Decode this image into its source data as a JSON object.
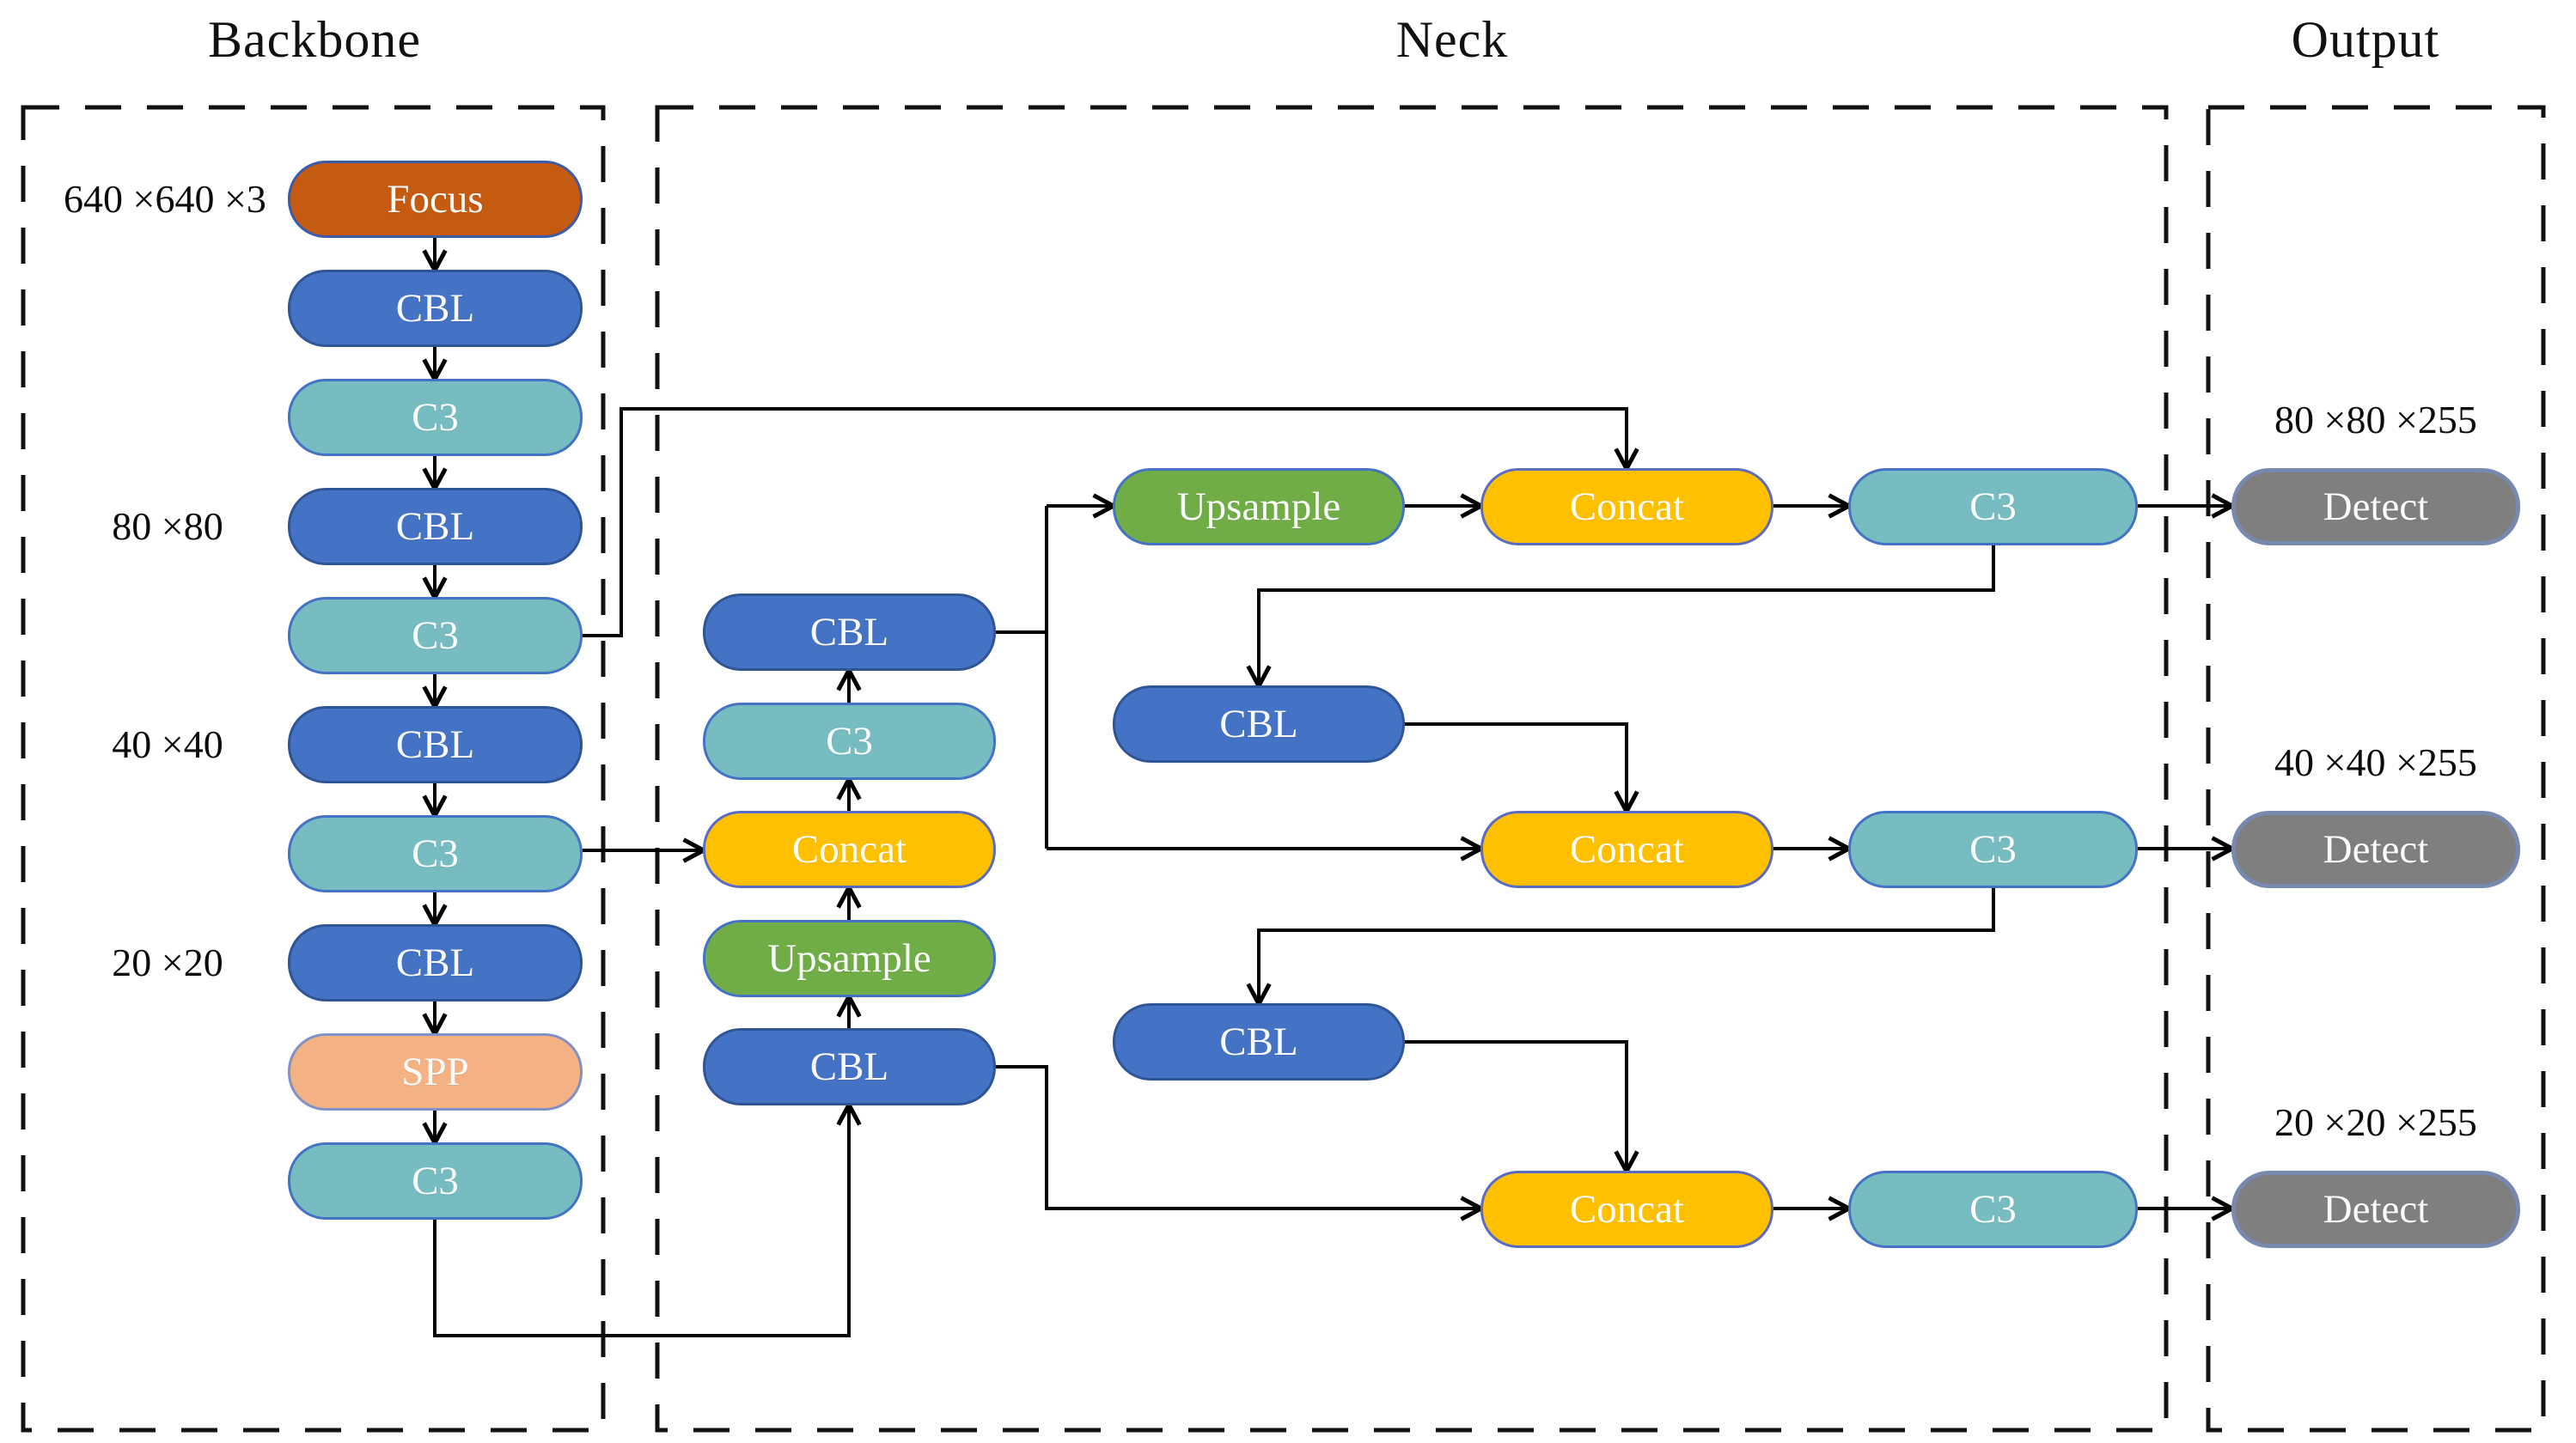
{
  "sections": {
    "backbone": {
      "title": "Backbone"
    },
    "neck": {
      "title": "Neck"
    },
    "output": {
      "title": "Output"
    }
  },
  "input_label": "640 ×640 ×3",
  "scale_labels": {
    "s80": "80 ×80",
    "s40": "40 ×40",
    "s20": "20 ×20"
  },
  "output_labels": {
    "o80": "80 ×80 ×255",
    "o40": "40 ×40 ×255",
    "o20": "20 ×20 ×255"
  },
  "nodes": {
    "focus": {
      "label": "Focus"
    },
    "b_cbl1": {
      "label": "CBL"
    },
    "b_c3_1": {
      "label": "C3"
    },
    "b_cbl2": {
      "label": "CBL"
    },
    "b_c3_2": {
      "label": "C3"
    },
    "b_cbl3": {
      "label": "CBL"
    },
    "b_c3_3": {
      "label": "C3"
    },
    "b_cbl4": {
      "label": "CBL"
    },
    "spp": {
      "label": "SPP"
    },
    "b_c3_4": {
      "label": "C3"
    },
    "n_cbl_top": {
      "label": "CBL"
    },
    "n_c3_mid": {
      "label": "C3"
    },
    "n_concat_mid": {
      "label": "Concat"
    },
    "n_upsample_mid": {
      "label": "Upsample"
    },
    "n_cbl_bot": {
      "label": "CBL"
    },
    "upsample1": {
      "label": "Upsample"
    },
    "concat1": {
      "label": "Concat"
    },
    "c3_r1": {
      "label": "C3"
    },
    "cbl_a": {
      "label": "CBL"
    },
    "concat2": {
      "label": "Concat"
    },
    "c3_r2": {
      "label": "C3"
    },
    "cbl_b": {
      "label": "CBL"
    },
    "concat3": {
      "label": "Concat"
    },
    "c3_r3": {
      "label": "C3"
    },
    "detect1": {
      "label": "Detect"
    },
    "detect2": {
      "label": "Detect"
    },
    "detect3": {
      "label": "Detect"
    }
  },
  "palette": {
    "focus_orange": "#C55A11",
    "cbl_blue": "#4472C4",
    "c3_teal": "#76BCC1",
    "concat_yellow": "#FFC000",
    "upsample_green": "#70AD47",
    "spp_peach": "#F4B183",
    "detect_gray": "#7F7F7F",
    "detect_border": "#7789AE",
    "node_border_blue": "#2F5597",
    "edge_black": "#000000"
  },
  "connections": [
    [
      "focus",
      "b_cbl1"
    ],
    [
      "b_cbl1",
      "b_c3_1"
    ],
    [
      "b_c3_1",
      "b_cbl2"
    ],
    [
      "b_cbl2",
      "b_c3_2"
    ],
    [
      "b_c3_2",
      "b_cbl3"
    ],
    [
      "b_cbl3",
      "b_c3_3"
    ],
    [
      "b_c3_3",
      "b_cbl4"
    ],
    [
      "b_cbl4",
      "spp"
    ],
    [
      "spp",
      "b_c3_4"
    ],
    [
      "b_c3_4",
      "n_cbl_bot"
    ],
    [
      "n_cbl_bot",
      "n_upsample_mid"
    ],
    [
      "n_upsample_mid",
      "n_concat_mid"
    ],
    [
      "b_c3_3",
      "n_concat_mid"
    ],
    [
      "n_concat_mid",
      "n_c3_mid"
    ],
    [
      "n_c3_mid",
      "n_cbl_top"
    ],
    [
      "n_cbl_top",
      "upsample1"
    ],
    [
      "b_c3_2",
      "concat1"
    ],
    [
      "upsample1",
      "concat1"
    ],
    [
      "concat1",
      "c3_r1"
    ],
    [
      "c3_r1",
      "detect1"
    ],
    [
      "c3_r1",
      "cbl_a"
    ],
    [
      "cbl_a",
      "concat2"
    ],
    [
      "n_cbl_top",
      "concat2"
    ],
    [
      "concat2",
      "c3_r2"
    ],
    [
      "c3_r2",
      "detect2"
    ],
    [
      "c3_r2",
      "cbl_b"
    ],
    [
      "cbl_b",
      "concat3"
    ],
    [
      "n_cbl_bot",
      "concat3"
    ],
    [
      "concat3",
      "c3_r3"
    ],
    [
      "c3_r3",
      "detect3"
    ]
  ]
}
